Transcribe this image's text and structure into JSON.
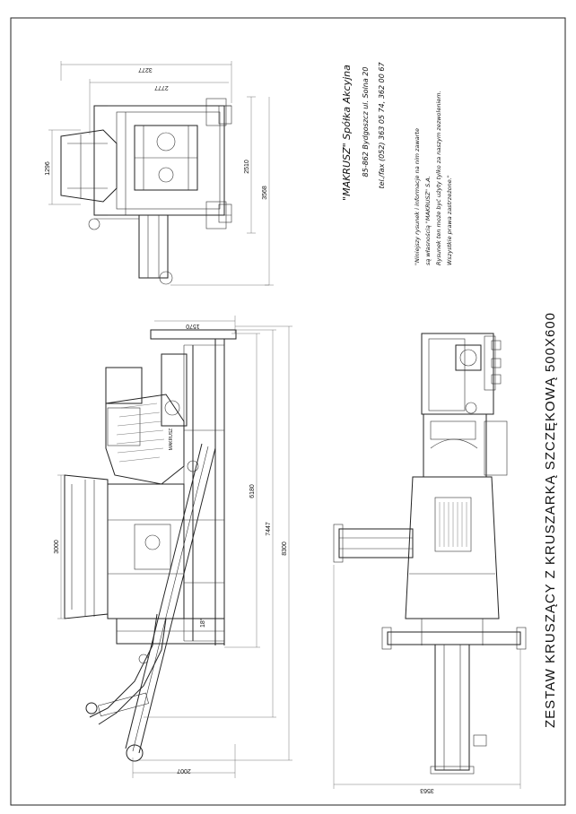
{
  "company": {
    "name": "\"MAKRUSZ\" Spółka Akcyjna",
    "address": "85-862 Bydgoszcz ul. Solna 20",
    "phone": "tel./fax (052) 363 05 74, 362 00 67"
  },
  "notice": [
    "\"Niniejszy rysunek i informacje na nim zawarte",
    "są własnością \"MAKRUSZ\" S.A.",
    "Rysunek ten może być użyty tylko za naszym zezwoleniem.",
    "Wszystkie prawa zastrzeżone.\""
  ],
  "title": "ZESTAW KRUSZĄCY Z KRUSZARKĄ SZCZĘKOWĄ 500X600",
  "dimensions": {
    "end_view_width_outer": "3277",
    "end_view_width_inner": "2777",
    "end_view_hopper": "1296",
    "end_view_height_frame": "2510",
    "end_view_height_total": "3568",
    "side_top": "1570",
    "side_hopper": "3000",
    "side_6180": "6180",
    "side_7447": "7447",
    "side_8300": "8300",
    "side_conveyor": "2007",
    "side_angle": "18°",
    "plan_width": "3563"
  },
  "machine_marking": "MAKRUSZ"
}
